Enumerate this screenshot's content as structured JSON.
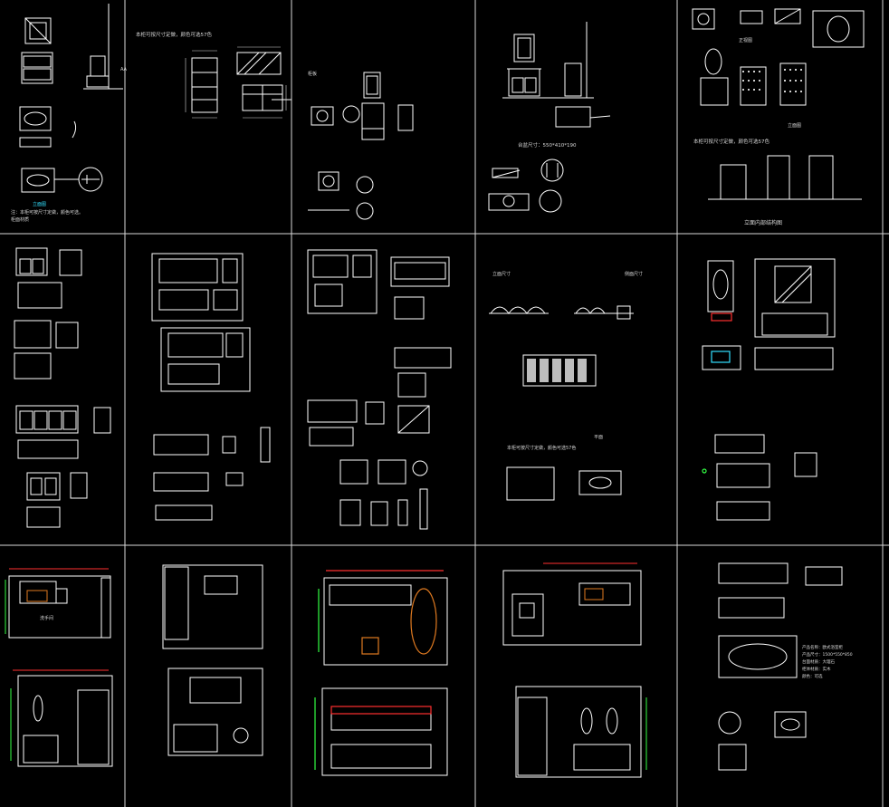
{
  "colors": {
    "background": "#000000",
    "line": "#ffffff",
    "grid": "#d8d8d8",
    "dimension": "#d8d8d8",
    "accent_cyan": "#33e0ff",
    "accent_magenta": "#ff33ff",
    "accent_green": "#33ff44",
    "accent_red": "#ff3030",
    "accent_orange": "#e07a20"
  },
  "annotations": {
    "r1c2_note": "本柜可按尺寸定做，颜色可选57色",
    "r1c2_side_label": "AA",
    "r1c3_label": "柜板",
    "r1c4_size_note": "台盆尺寸：550*410*190",
    "r1c5_label_a": "正视图",
    "r1c5_label_b": "立面图",
    "r1c5_note": "本柜可按尺寸定做，颜色可选57色",
    "r1c5_caption": "立面内部结构图",
    "r1c1_note_line1": "注：本柜可按尺寸定做，颜色可选。",
    "r1c1_note_line2": "柜面材质",
    "r2c4_head_left": "立面尺寸",
    "r2c4_head_right": "侧面尺寸",
    "r2c4_mid": "平面",
    "r2c4_note": "本柜可按尺寸定做，颜色可选57色",
    "r3c1_label": "洗手间",
    "r3c5_spec": [
      "产品名称：欧式浴室柜",
      "产品尺寸：1500*550*850",
      "台面材质：大理石",
      "柜体材质：实木",
      "颜色：可选"
    ]
  }
}
